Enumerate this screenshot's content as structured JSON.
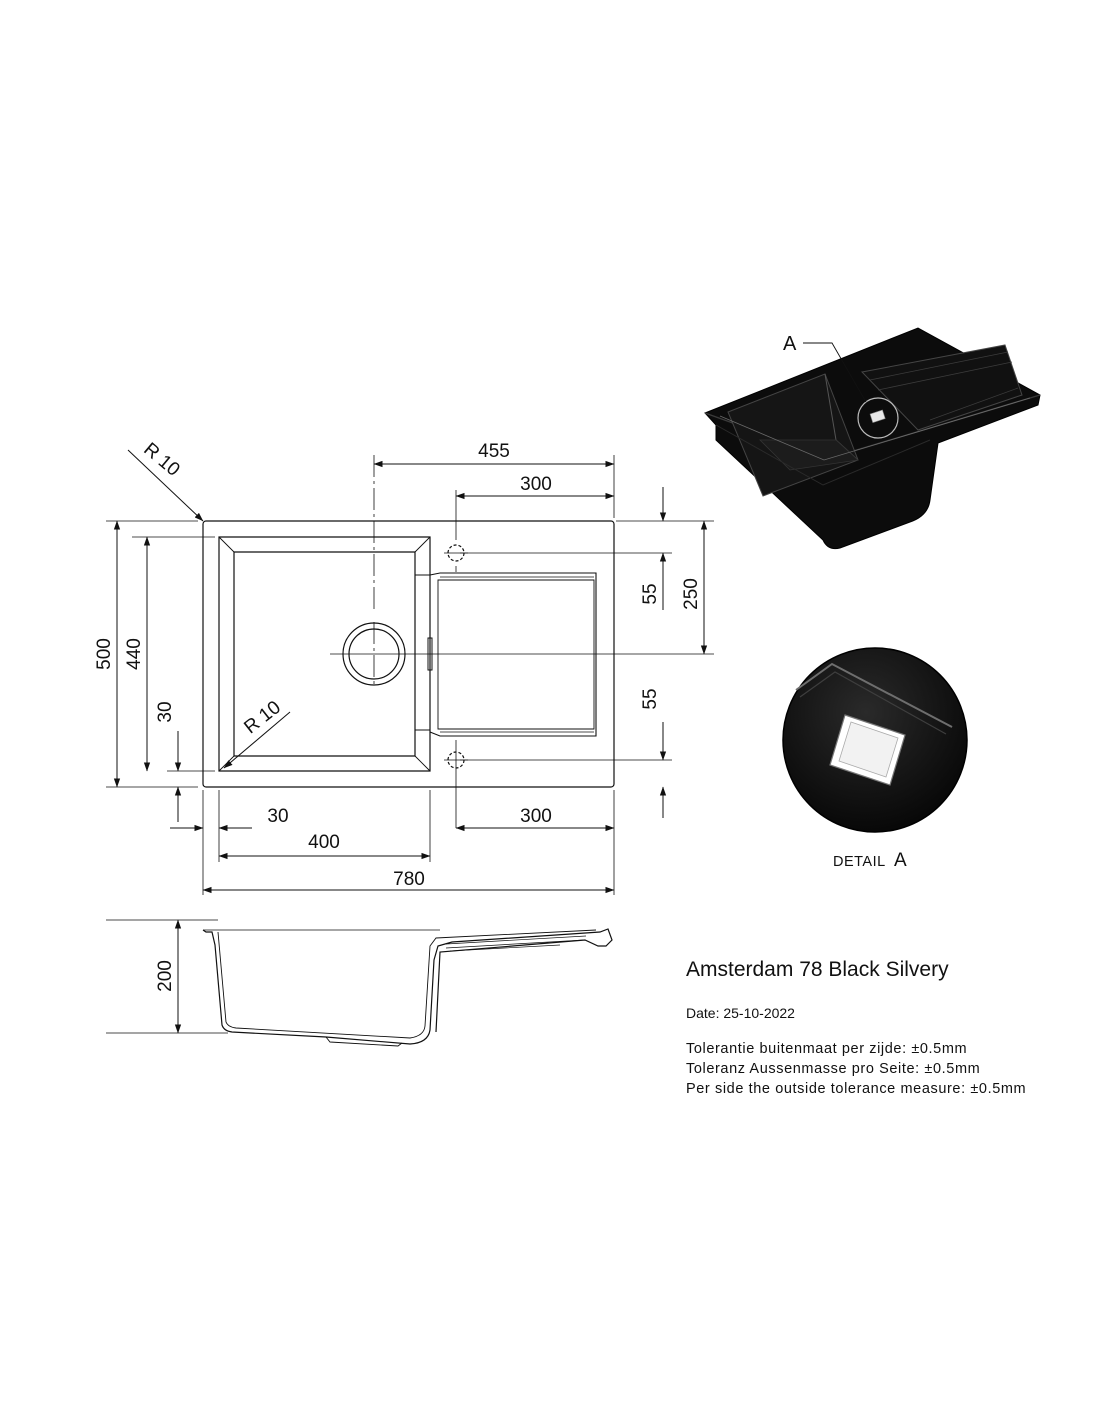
{
  "drawing": {
    "title": "Amsterdam 78 Black Silvery",
    "date": "Date: 25-10-2022",
    "tolerances": [
      "Tolerantie buitenmaat per zijde: ±0.5mm",
      "Toleranz Aussenmasse pro Seite: ±0.5mm",
      "Per side the outside tolerance measure: ±0.5mm"
    ]
  },
  "dimensions": {
    "corner_radius_outer": "R 10",
    "corner_radius_inner": "R 10",
    "tap_offset": "455",
    "drainer_hole_top": "300",
    "drainer_hole_bottom": "300",
    "width_total": "780",
    "bowl_width": "400",
    "bowl_offset_left": "30",
    "height_total": "500",
    "bowl_height": "440",
    "bowl_offset_bottom": "30",
    "half_height": "250",
    "hole_offset_top": "55",
    "hole_offset_bottom": "55",
    "depth": "200"
  },
  "detail": {
    "callout": "A",
    "caption_prefix": "DETAIL",
    "caption_letter": "A"
  },
  "colors": {
    "line": "#111111",
    "sink_body": "#0c0c0c",
    "sink_edge": "#3a3a3a"
  }
}
